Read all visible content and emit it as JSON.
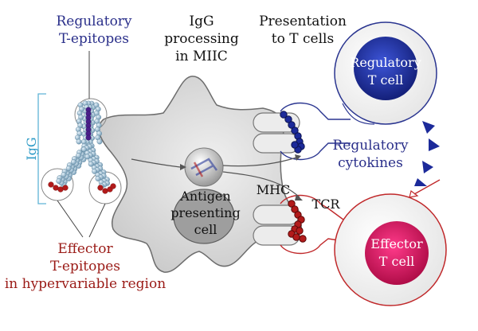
{
  "labels": {
    "regulatory_epitopes_line1": "Regulatory",
    "regulatory_epitopes_line2": "T-epitopes",
    "igg_processing_line1": "IgG processing",
    "igg_processing_line2": "in MIIC",
    "presentation_line1": "Presentation",
    "presentation_line2": "to T cells",
    "regulatory_cell_line1": "Regulatory",
    "regulatory_cell_line2": "T cell",
    "regulatory_cytokines_line1": "Regulatory",
    "regulatory_cytokines_line2": "cytokines",
    "igg": "IgG",
    "apc_line1": "Antigen",
    "apc_line2": "presenting",
    "apc_line3": "cell",
    "mhc": "MHC",
    "tcr": "TCR",
    "effector_epitopes_line1": "Effector",
    "effector_epitopes_line2": "T-epitopes",
    "effector_epitopes_line3": "in hypervariable region",
    "effector_cell_line1": "Effector",
    "effector_cell_line2": "T cell"
  },
  "colors": {
    "regulatory": "#1c2a9a",
    "effector": "#d4185a",
    "epitope_red": "#b21a1a",
    "igg_label": "#2e9bc7",
    "apc_fill": "#d9d9d9"
  }
}
